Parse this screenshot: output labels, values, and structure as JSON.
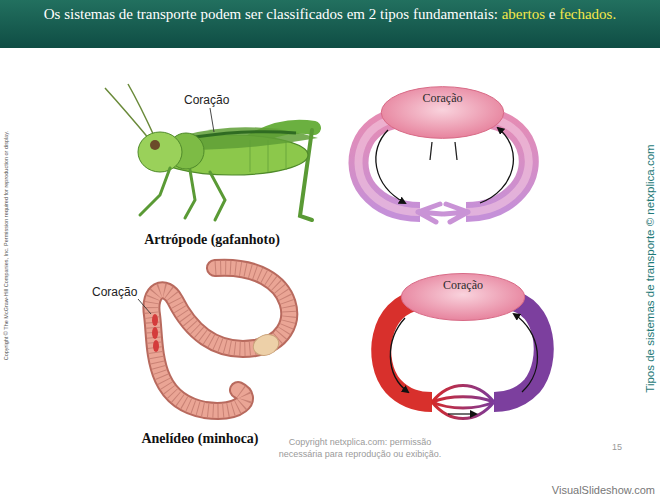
{
  "diagram": {
    "title": "Os sistemas de transporte podem ser classificados em 2 tipos fundamentais: abertos e fechados.",
    "nodes": [
      {
        "text": [
          "Coração"
        ]
      },
      {
        "text": [
          "Coração"
        ]
      }
    ],
    "labels": [
      "Copyright © The McGraw-Hill Companies, Inc. Permission required for reproduction or display.",
      "Coração",
      "Artrópode (gafanhoto)",
      "Coração",
      "Anelídeo (minhoca)",
      "Tipos de sistemas de transporte © netxplica.com",
      "Copyright netxplica.com: permissão necessária para reprodução ou exibição.",
      "15",
      "VisualSlideshow.com"
    ]
  }
}
